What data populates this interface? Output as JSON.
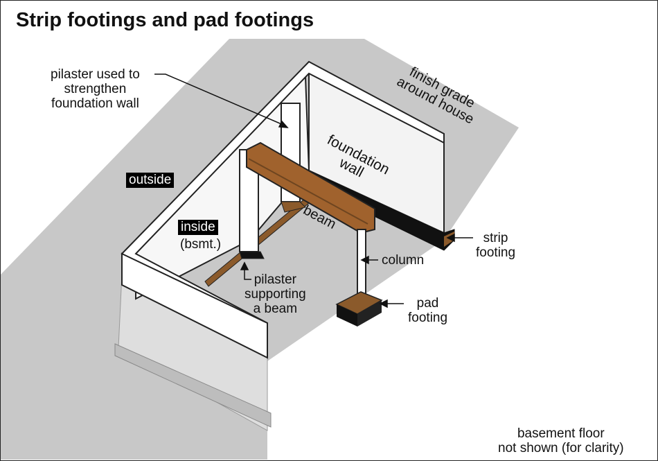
{
  "title": "Strip footings and pad footings",
  "labels": {
    "pilaster_used": "pilaster used to\nstrengthen\nfoundation wall",
    "finish_grade": "finish grade\naround house",
    "outside": "outside",
    "inside": "inside",
    "bsmt": "(bsmt.)",
    "foundation_wall": "foundation\nwall",
    "beam": "beam",
    "strip_footing": "strip\nfooting",
    "column": "column",
    "pilaster_supporting": "pilaster\nsupporting\na beam",
    "pad_footing": "pad\nfooting",
    "basement_floor": "basement floor\nnot shown (for clarity)"
  },
  "colors": {
    "grade": "#c8c8c8",
    "wall_top": "#ffffff",
    "wall_face": "#eeeeee",
    "footing": "#8b5a2b",
    "footing_dark": "#6e4520",
    "beam": "#a0622d",
    "label_bg": "#000000"
  }
}
